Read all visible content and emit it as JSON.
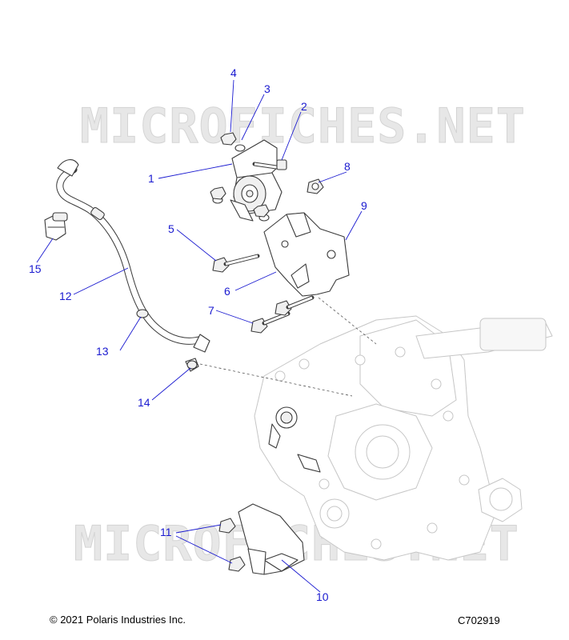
{
  "watermark": {
    "top": "MICROFICHES.NET",
    "bottom": "MICROFICHES.NET"
  },
  "callouts": [
    {
      "id": "1",
      "label": "1"
    },
    {
      "id": "2",
      "label": "2"
    },
    {
      "id": "3",
      "label": "3"
    },
    {
      "id": "4",
      "label": "4"
    },
    {
      "id": "5",
      "label": "5"
    },
    {
      "id": "6",
      "label": "6"
    },
    {
      "id": "7",
      "label": "7"
    },
    {
      "id": "8",
      "label": "8"
    },
    {
      "id": "9",
      "label": "9"
    },
    {
      "id": "10",
      "label": "10"
    },
    {
      "id": "11",
      "label": "11"
    },
    {
      "id": "12",
      "label": "12"
    },
    {
      "id": "13",
      "label": "13"
    },
    {
      "id": "14",
      "label": "14"
    },
    {
      "id": "15",
      "label": "15"
    }
  ],
  "footer": {
    "copyright": "© 2021 Polaris Industries Inc.",
    "diagram_code": "C702919"
  },
  "colors": {
    "callout": "#1a1ad0",
    "line_art": "#3a3a3a",
    "ghost_art": "#c6c6c6",
    "watermark": "#e7e7e7"
  }
}
